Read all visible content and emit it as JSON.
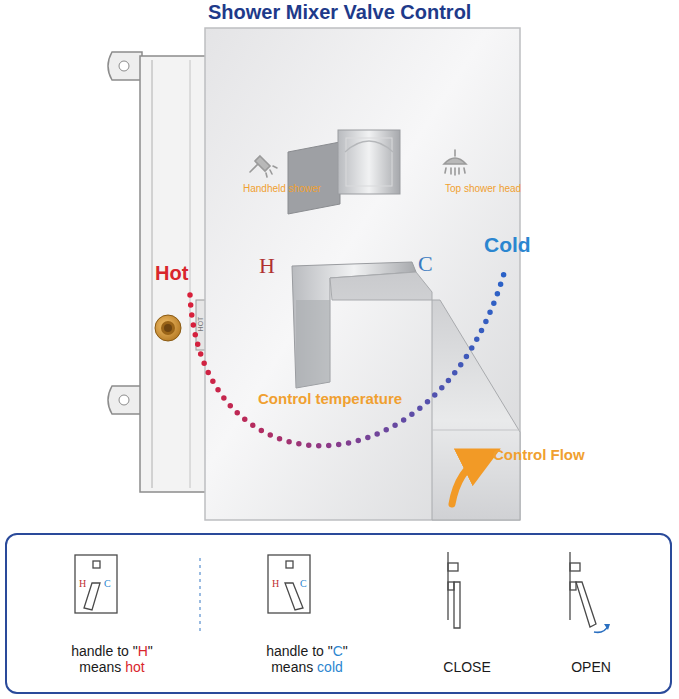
{
  "diagram": {
    "title": "Shower Mixer Valve Control",
    "nodes": [
      {
        "text": [
          "handle to \"H\" means hot",
          "handle to \"C\" means cold",
          "CLOSE",
          "OPEN"
        ]
      }
    ],
    "labels": [
      "Handheld shower",
      "Top shower head",
      "H",
      "C",
      "Hot",
      "Cold",
      "HOT",
      "Control temperature",
      "Control Flow",
      "H",
      "C",
      "H",
      "C"
    ]
  }
}
